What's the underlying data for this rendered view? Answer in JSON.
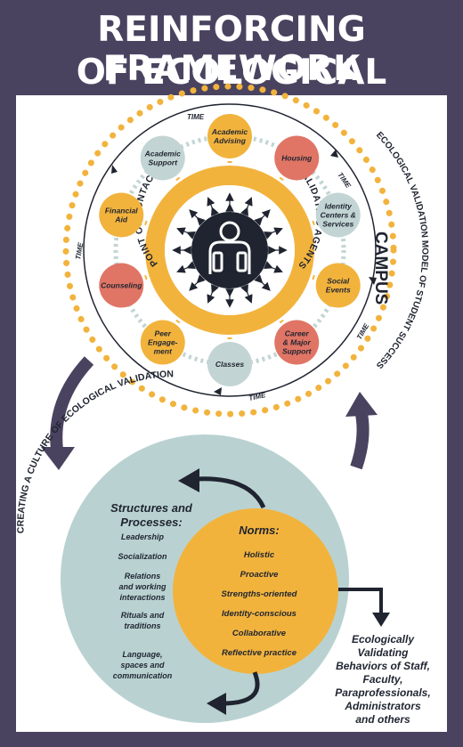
{
  "title": {
    "line1": "REINFORCING FRAMEWORK",
    "line2": "OF ECOLOGICAL VALIDATION"
  },
  "campus": {
    "label": "CAMPUS",
    "outer_label": "ECOLOGICAL VALIDATION MODEL OF STUDENT SUCCESS",
    "time_label": "TIME",
    "inner_left": "POINT OF CONTACT",
    "inner_right": "VALIDATING AGENTS",
    "nodes": [
      {
        "lines": [
          "Academic",
          "Advising"
        ],
        "color": "#f2b33d"
      },
      {
        "lines": [
          "Housing"
        ],
        "color": "#e07565"
      },
      {
        "lines": [
          "Identity",
          "Centers &",
          "Services"
        ],
        "color": "#c2d5d4"
      },
      {
        "lines": [
          "Social",
          "Events"
        ],
        "color": "#f2b33d"
      },
      {
        "lines": [
          "Career",
          "& Major",
          "Support"
        ],
        "color": "#e07565"
      },
      {
        "lines": [
          "Classes"
        ],
        "color": "#c2d5d4"
      },
      {
        "lines": [
          "Peer",
          "Engage-",
          "ment"
        ],
        "color": "#f2b33d"
      },
      {
        "lines": [
          "Counseling"
        ],
        "color": "#e07565"
      },
      {
        "lines": [
          "Financial",
          "Aid"
        ],
        "color": "#f2b33d"
      },
      {
        "lines": [
          "Academic",
          "Support"
        ],
        "color": "#c2d5d4"
      }
    ]
  },
  "culture": {
    "arc_label": "CREATING A CULTURE OF ECOLOGICAL VALIDATION",
    "structures_title_1": "Structures and",
    "structures_title_2": "Processes:",
    "structures": [
      {
        "lines": [
          "Leadership"
        ]
      },
      {
        "lines": [
          "Socialization"
        ]
      },
      {
        "lines": [
          "Relations",
          "and working",
          "interactions"
        ]
      },
      {
        "lines": [
          "Rituals and",
          "traditions"
        ]
      },
      {
        "lines": [
          "Language,",
          "spaces and",
          "communication"
        ]
      }
    ],
    "norms_title": "Norms:",
    "norms": [
      "Holistic",
      "Proactive",
      "Strengths-oriented",
      "Identity-conscious",
      "Collaborative",
      "Reflective practice"
    ]
  },
  "behaviors": {
    "lines": [
      "Ecologically",
      "Validating",
      "Behaviors of Staff,",
      "Faculty,",
      "Paraprofessionals,",
      "Administrators",
      "and others"
    ]
  },
  "colors": {
    "frame": "#4a4360",
    "gold": "#f2b33d",
    "coral": "#e07565",
    "sage": "#c2d5d4",
    "light_blue": "#b9d2d1",
    "dark": "#1f2430"
  }
}
